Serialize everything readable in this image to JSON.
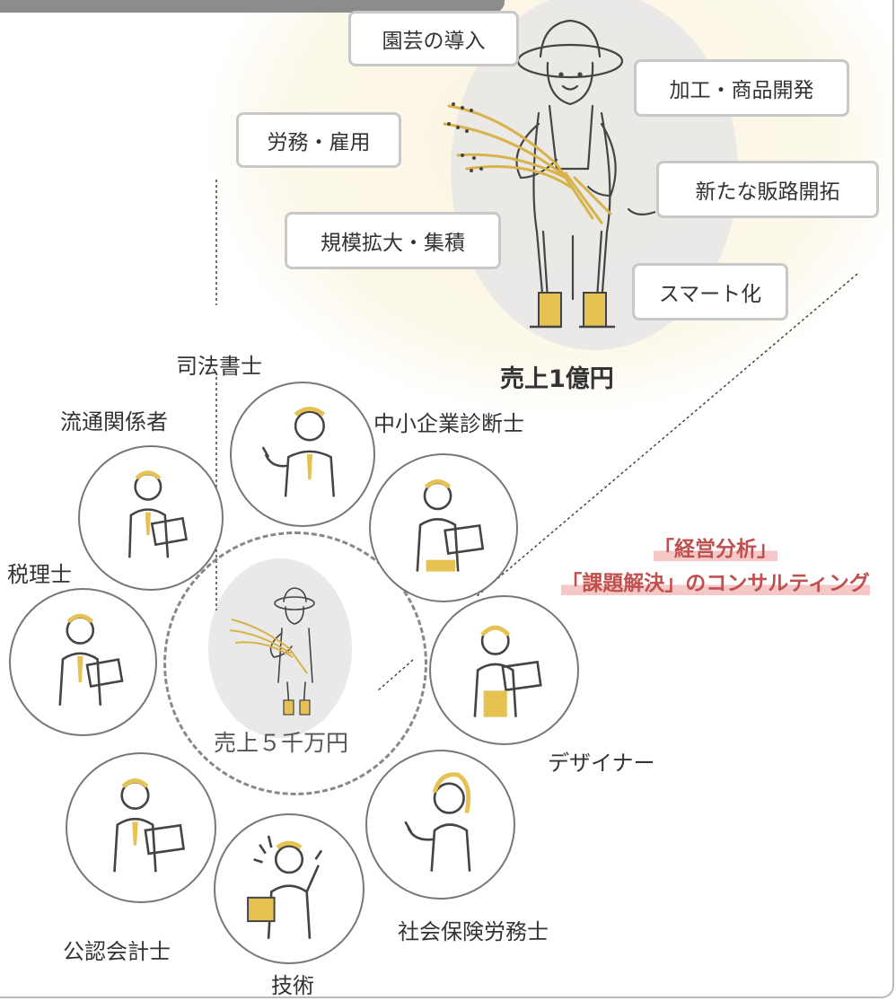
{
  "top_tags": [
    {
      "text": "園芸の導入"
    },
    {
      "text": "加工・商品開発"
    },
    {
      "text": "労務・雇用"
    },
    {
      "text": "新たな販路開拓"
    },
    {
      "text": "規模拡大・集積"
    },
    {
      "text": "スマート化"
    }
  ],
  "goal_label": "売上1億円",
  "current_label": "売上５千万円",
  "consulting": {
    "line1": "「経営分析」",
    "line2": "「課題解決」のコンサルティング"
  },
  "experts": {
    "shihou": "司法書士",
    "ryutsu": "流通関係者",
    "chushokigyo": "中小企業診断士",
    "zeirishi": "税理士",
    "designer": "デザイナー",
    "shakaihoken": "社会保険労務士",
    "kouninkaikei": "公認会計士",
    "gijutsu": "技術"
  },
  "colors": {
    "accent_yellow": "#e5c252",
    "consult_red": "#c0504d",
    "highlight_pink": "#f6c7c7"
  }
}
